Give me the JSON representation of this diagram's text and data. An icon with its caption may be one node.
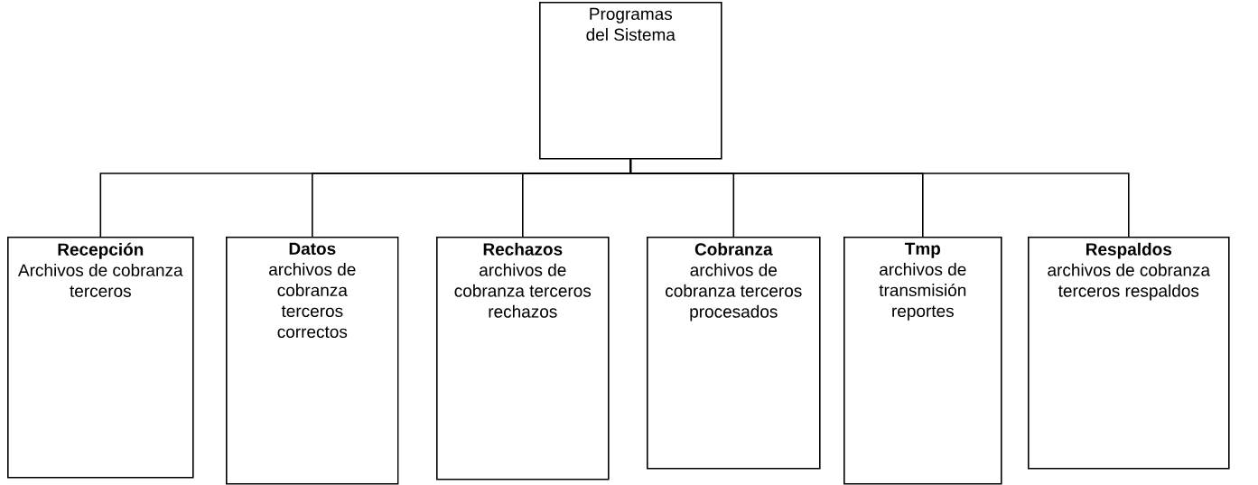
{
  "diagram": {
    "nodes": [
      {
        "text": [
          "Programas del Sistema"
        ]
      },
      {
        "text": [
          "Recepción",
          "Archivos de cobranza terceros"
        ]
      },
      {
        "text": [
          "Datos",
          "archivos de cobranza terceros correctos"
        ]
      },
      {
        "text": [
          "Rechazos",
          "archivos de cobranza terceros rechazos"
        ]
      },
      {
        "text": [
          "Cobranza",
          "archivos de cobranza terceros procesados"
        ]
      },
      {
        "text": [
          "Tmp",
          "archivos de transmisión reportes"
        ]
      },
      {
        "text": [
          "Respaldos",
          "archivos de cobranza terceros respaldos"
        ]
      }
    ],
    "edges": [
      {
        "from": 0,
        "to": 1,
        "arrow": "none"
      },
      {
        "from": 0,
        "to": 2,
        "arrow": "none"
      },
      {
        "from": 0,
        "to": 3,
        "arrow": "none"
      },
      {
        "from": 0,
        "to": 4,
        "arrow": "none"
      },
      {
        "from": 0,
        "to": 5,
        "arrow": "none"
      },
      {
        "from": 0,
        "to": 6,
        "arrow": "none"
      }
    ]
  }
}
